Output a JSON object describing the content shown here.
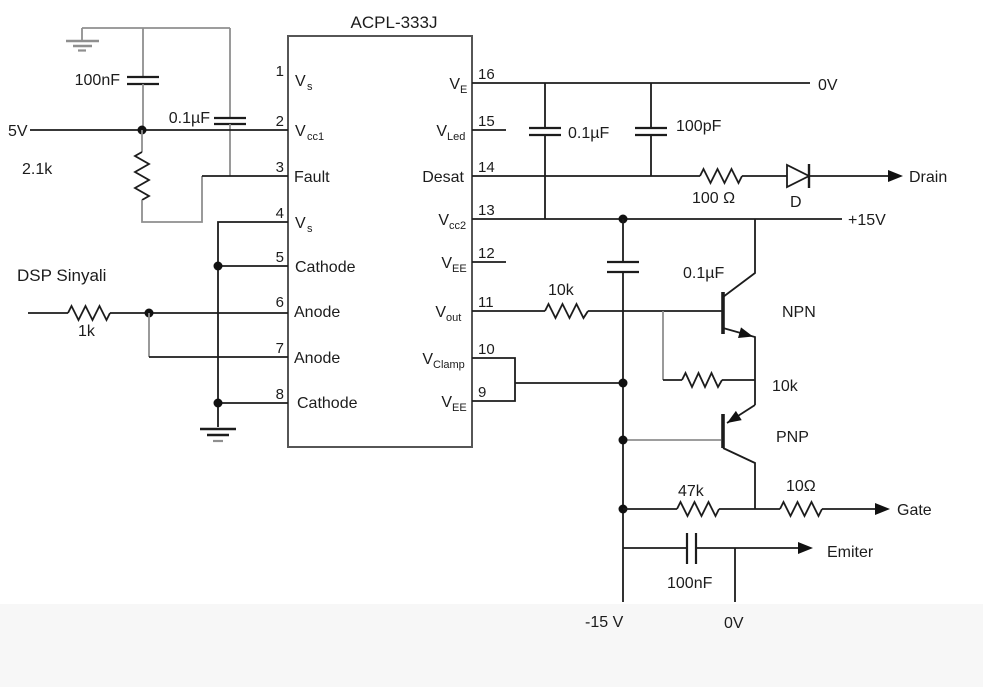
{
  "diagram": {
    "ic": {
      "title": "ACPL-333J",
      "left_pins": [
        {
          "number": "1",
          "base": "V",
          "sub": "s"
        },
        {
          "number": "2",
          "base": "V",
          "sub": "cc1"
        },
        {
          "number": "3",
          "base": "Fault",
          "sub": ""
        },
        {
          "number": "4",
          "base": "V",
          "sub": "s"
        },
        {
          "number": "5",
          "base": "Cathode",
          "sub": ""
        },
        {
          "number": "6",
          "base": "Anode",
          "sub": ""
        },
        {
          "number": "7",
          "base": "Anode",
          "sub": ""
        },
        {
          "number": "8",
          "base": "Cathode",
          "sub": ""
        }
      ],
      "right_pins": [
        {
          "number": "16",
          "base": "V",
          "sub": "E"
        },
        {
          "number": "15",
          "base": "V",
          "sub": "Led"
        },
        {
          "number": "14",
          "base": "Desat",
          "sub": ""
        },
        {
          "number": "13",
          "base": "V",
          "sub": "cc2"
        },
        {
          "number": "12",
          "base": "V",
          "sub": "EE"
        },
        {
          "number": "11",
          "base": "V",
          "sub": "out"
        },
        {
          "number": "10",
          "base": "V",
          "sub": "Clamp"
        },
        {
          "number": "9",
          "base": "V",
          "sub": "EE"
        }
      ]
    },
    "labels": {
      "cap_100nF_top": "100nF",
      "cap_01uF_left": "0.1µF",
      "res_2k1": "2.1k",
      "supply_5v": "5V",
      "dsp_signal": "DSP Sinyali",
      "res_1k": "1k",
      "net_0v_top": "0V",
      "cap_01uF_topright": "0.1µF",
      "cap_100pF": "100pF",
      "res_100ohm": "100 Ω",
      "diode_d": "D",
      "net_drain": "Drain",
      "net_15v_pos": "+15V",
      "cap_01uF_mid": "0.1µF",
      "res_10k_a": "10k",
      "q_npn": "NPN",
      "res_10k_b": "10k",
      "q_pnp": "PNP",
      "res_47k": "47k",
      "res_10ohm": "10Ω",
      "net_gate": "Gate",
      "net_emitter": "Emiter",
      "cap_100nF_bot": "100nF",
      "net_15v_neg": "-15 V",
      "net_0v_bot": "0V"
    }
  }
}
